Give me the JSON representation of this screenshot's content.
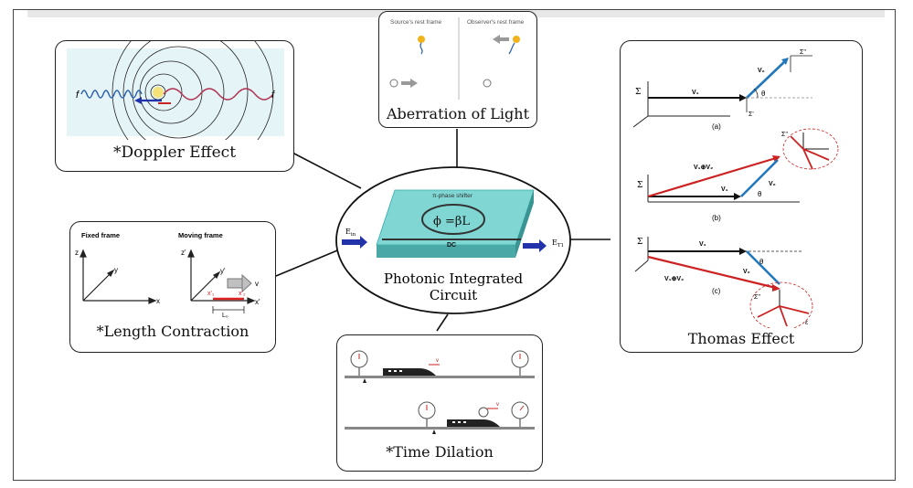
{
  "panels": {
    "doppler": {
      "caption": "*Doppler Effect",
      "f_left": "f",
      "f_right": "f"
    },
    "aberration": {
      "caption": "Aberration of Light",
      "left_label": "Source's rest frame",
      "right_label": "Observer's rest frame"
    },
    "center": {
      "caption_line1": "Photonic Integrated",
      "caption_line2": "Circuit",
      "shifter_label": "π-phase shifter",
      "equation": "ϕ =βL",
      "dc_label": "DC",
      "ein": "E",
      "ein_sub": "in",
      "eout": "E",
      "eout_sub": "T1"
    },
    "length": {
      "caption": "*Length Contraction",
      "fixed_frame": "Fixed frame",
      "moving_frame": "Moving frame",
      "z": "z",
      "y": "y",
      "x": "x",
      "z2": "z'",
      "y2": "y'",
      "x2": "x'",
      "v": "v",
      "x1": "x'₁",
      "x2p": "x'₂",
      "l0": "L₀"
    },
    "time": {
      "caption": "*Time Dilation",
      "v": "v"
    },
    "thomas": {
      "caption": "Thomas Effect",
      "a_label": "(a)",
      "b_label": "(b)",
      "c_label": "(c)",
      "sigma": "Σ",
      "sigma1": "Σ'",
      "sigma2": "Σ''",
      "v1": "V₁",
      "v2": "V₂",
      "v1v2": "V₁⊕V₂",
      "theta": "θ",
      "eps": "ε"
    }
  },
  "colors": {
    "red": "#cc2222",
    "blue": "#2277bb",
    "chip": "#7fd6d2",
    "arrow_blue": "#2233aa"
  }
}
